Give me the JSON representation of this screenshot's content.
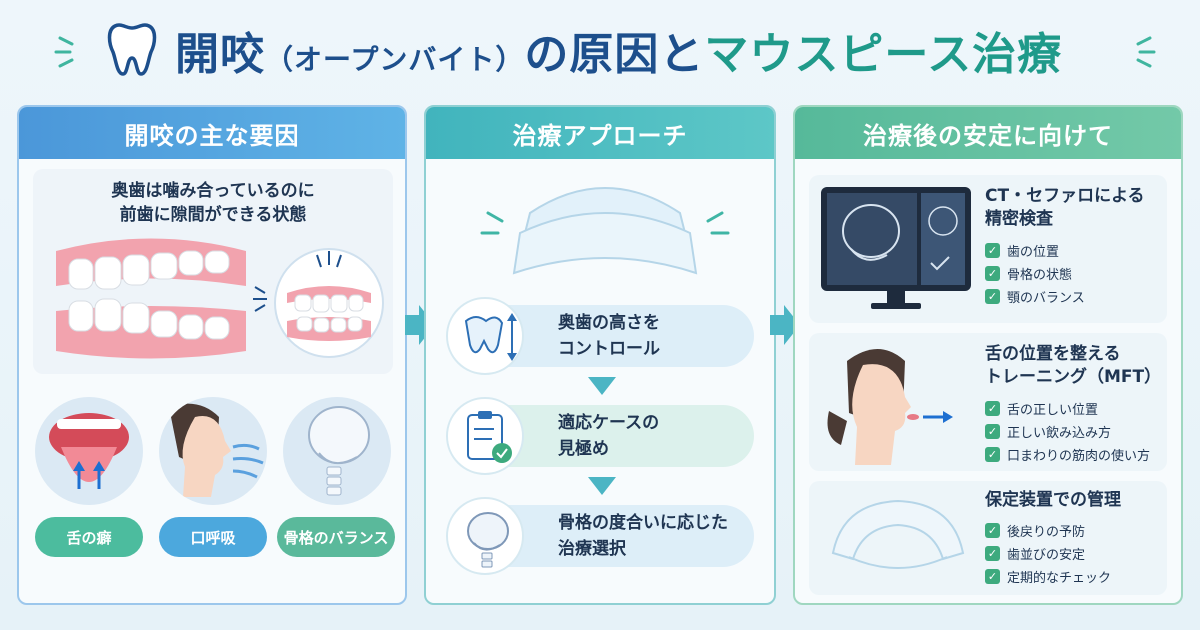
{
  "title": {
    "main": "開咬",
    "paren": "（オープンバイト）",
    "mid": "の原因と",
    "accent": "マウスピース治療"
  },
  "column1": {
    "header": "開咬の主な要因",
    "caption_line1": "奥歯は噛み合っているのに",
    "caption_line2": "前歯に隙間ができる状態",
    "causes": [
      "舌の癖",
      "口呼吸",
      "骨格のバランス"
    ]
  },
  "column2": {
    "header": "治療アプローチ",
    "steps": [
      {
        "line1": "奥歯の高さを",
        "line2": "コントロール"
      },
      {
        "line1": "適応ケースの",
        "line2": "見極め"
      },
      {
        "line1": "骨格の度合いに応じた",
        "line2": "治療選択"
      }
    ]
  },
  "column3": {
    "header": "治療後の安定に向けて",
    "cards": [
      {
        "line1": "CT・セファロによる",
        "line2": "精密検査",
        "items": [
          "歯の位置",
          "骨格の状態",
          "顎のバランス"
        ]
      },
      {
        "line1": "舌の位置を整える",
        "line2": "トレーニング（MFT）",
        "items": [
          "舌の正しい位置",
          "正しい飲み込み方",
          "口まわりの筋肉の使い方"
        ]
      },
      {
        "line1": "保定装置での管理",
        "line2": "",
        "items": [
          "後戻りの予防",
          "歯並びの安定",
          "定期的なチェック"
        ]
      }
    ]
  },
  "colors": {
    "title_blue": "#1d4f8c",
    "title_green": "#1f9a8a",
    "col1": "#4b97d9",
    "col2": "#41b4bd",
    "col3": "#56b99a"
  }
}
